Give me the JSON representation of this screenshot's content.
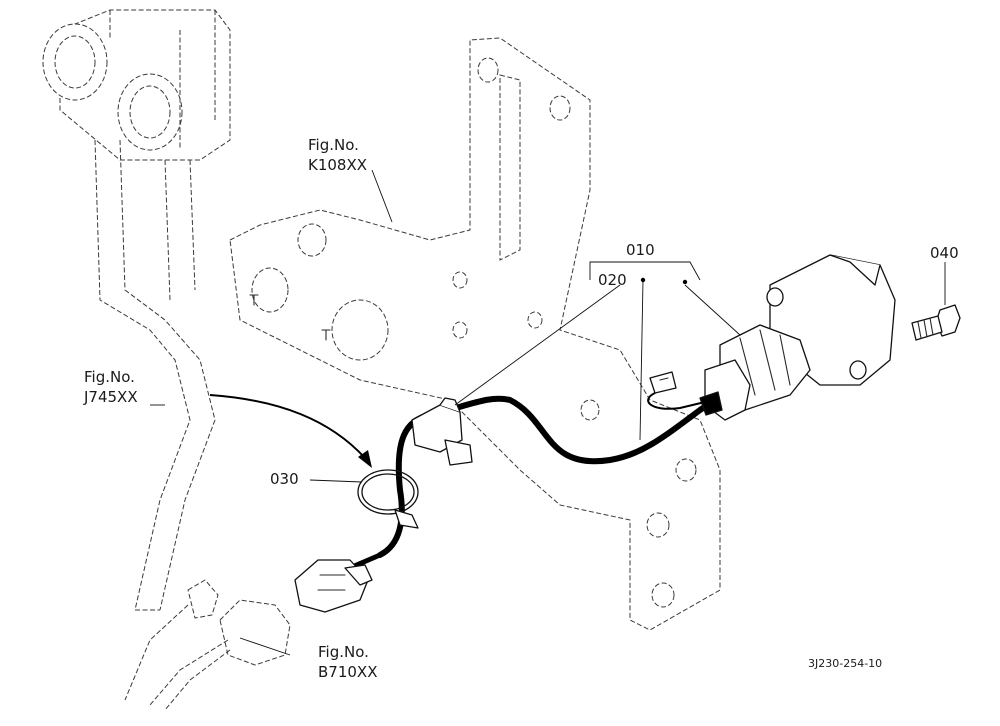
{
  "figure_refs": [
    {
      "key": "k108",
      "line1": "Fig.No.",
      "line2": "K108XX"
    },
    {
      "key": "j745",
      "line1": "Fig.No.",
      "line2": "J745XX"
    },
    {
      "key": "b710",
      "line1": "Fig.No.",
      "line2": "B710XX"
    }
  ],
  "part_labels": {
    "p010": "010",
    "p020": "020",
    "p030": "030",
    "p040": "040"
  },
  "drawing_code": "3J230-254-10"
}
